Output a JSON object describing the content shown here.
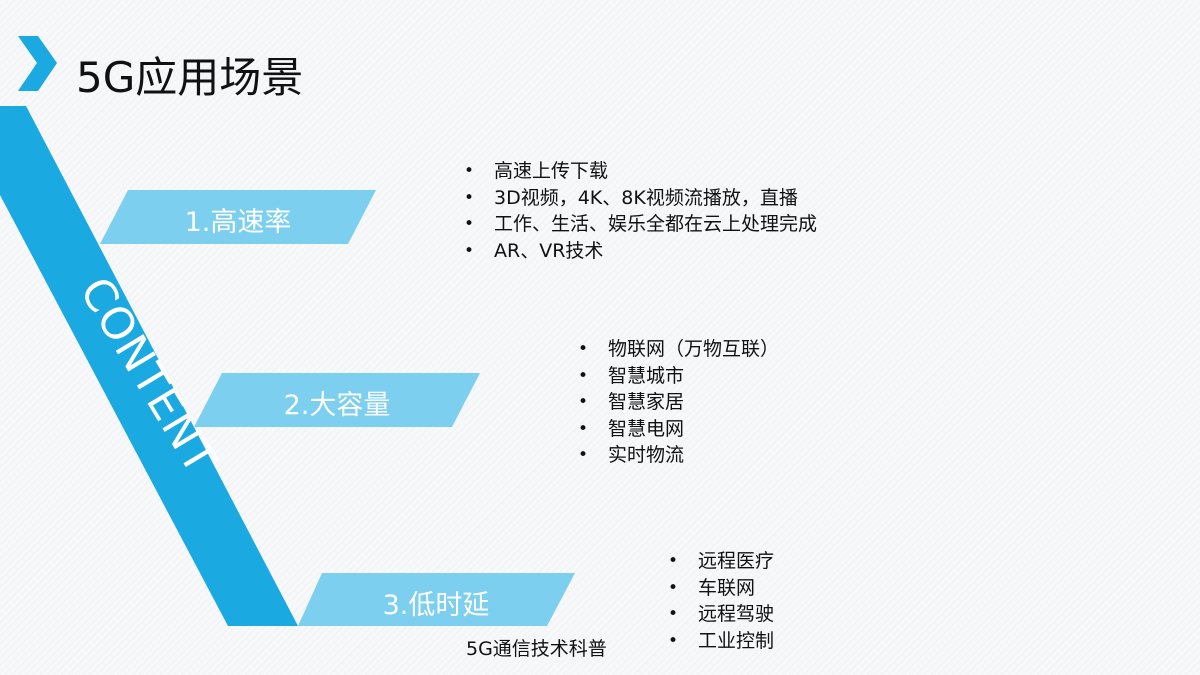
{
  "title": "5G应用场景",
  "vertical_label": "CONTENT",
  "sections": [
    {
      "label": "1.高速率",
      "items": [
        "高速上传下载",
        "3D视频，4K、8K视频流播放，直播",
        "工作、生活、娱乐全都在云上处理完成",
        "AR、VR技术"
      ]
    },
    {
      "label": "2.大容量",
      "items": [
        "物联网（万物互联）",
        "智慧城市",
        "智慧家居",
        "智慧电网",
        "实时物流"
      ]
    },
    {
      "label": "3.低时延",
      "items": [
        "远程医疗",
        "车联网",
        "远程驾驶",
        "工业控制"
      ]
    }
  ],
  "footer": "5G通信技术科普",
  "colors": {
    "accent": "#1aa9e1",
    "light_accent": "#7dcff0"
  }
}
